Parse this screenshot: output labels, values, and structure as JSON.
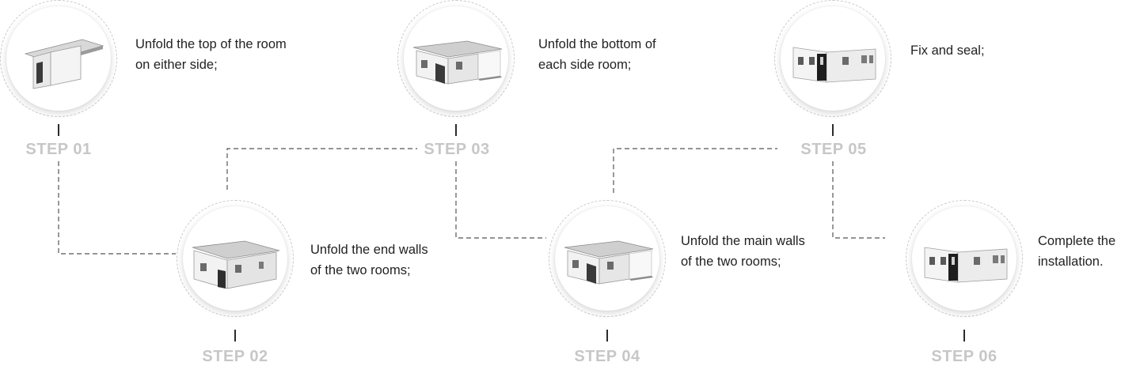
{
  "steps": [
    {
      "label": "STEP 01",
      "text_line1": "Unfold the top of the room",
      "text_line2": "on either side;",
      "image": "container-house-roof-unfolded"
    },
    {
      "label": "STEP 02",
      "text_line1": "Unfold the end walls",
      "text_line2": "of the two rooms;",
      "image": "container-house-end-walls"
    },
    {
      "label": "STEP 03",
      "text_line1": "Unfold the bottom of",
      "text_line2": "each side room;",
      "image": "container-house-floors-unfolded"
    },
    {
      "label": "STEP 04",
      "text_line1": "Unfold the main walls",
      "text_line2": "of the two rooms;",
      "image": "container-house-main-walls"
    },
    {
      "label": "STEP 05",
      "text_line1": "Fix and seal;",
      "text_line2": "",
      "image": "container-house-sealed"
    },
    {
      "label": "STEP 06",
      "text_line1": "Complete the",
      "text_line2": "installation.",
      "image": "container-house-complete"
    }
  ],
  "colors": {
    "step_label": "#c7c7c7",
    "text": "#222222",
    "connector": "#555555",
    "circle_border": "#c9c9c9"
  }
}
